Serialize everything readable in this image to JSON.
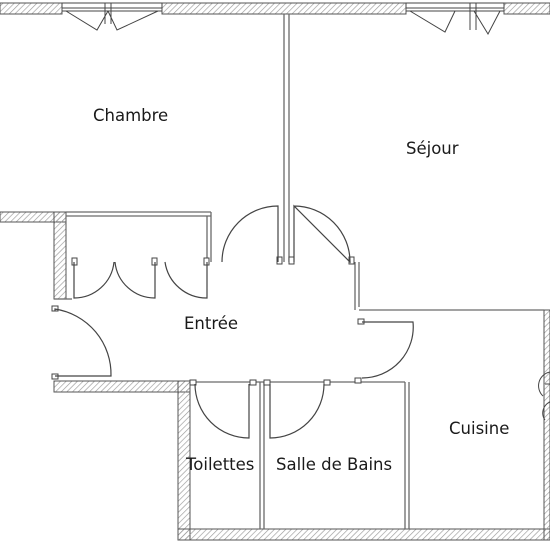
{
  "rooms": {
    "chambre": "Chambre",
    "sejour": "Séjour",
    "entree": "Entrée",
    "cuisine": "Cuisine",
    "toilettes": "Toilettes",
    "salle_de_bains": "Salle de Bains"
  },
  "colors": {
    "wall_line": "#555555",
    "wall_hatch": "#9a9a9a",
    "thin_partition": "#6a6a6a",
    "door_line": "#444444",
    "text": "#1a1a1a"
  }
}
